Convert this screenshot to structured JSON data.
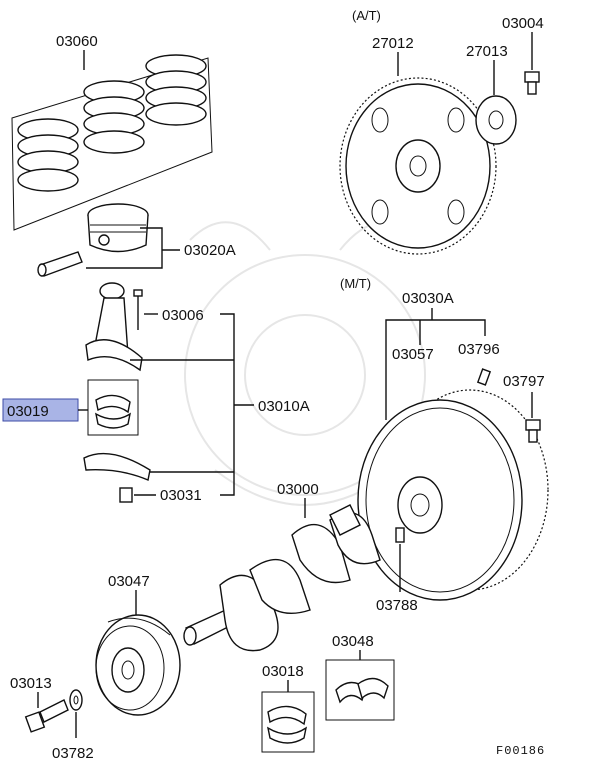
{
  "diagram": {
    "transmission_labels": {
      "automatic": "(A/T)",
      "manual": "(M/T)"
    },
    "part_numbers": {
      "piston_rings": "03060",
      "piston": "03020A",
      "conrod_bolt": "03006",
      "conrod_bearing": "03019",
      "conrod_assembly": "03010A",
      "conrod_nut": "03031",
      "crankshaft": "03000",
      "drive_plate": "27012",
      "adapter_plate": "27013",
      "drive_plate_bolt": "03004",
      "flywheel_assembly": "03030A",
      "flywheel": "03057",
      "flywheel_pin": "03796",
      "flywheel_bolt": "03797",
      "crank_pin": "03788",
      "crank_pulley": "03047",
      "thrust_bearing": "03048",
      "main_bearing": "03018",
      "pulley_bolt": "03013",
      "pulley_washer": "03782"
    },
    "figure_code": "F00186",
    "highlighted_part": "03019",
    "highlight_color": "#a9b4e6"
  }
}
